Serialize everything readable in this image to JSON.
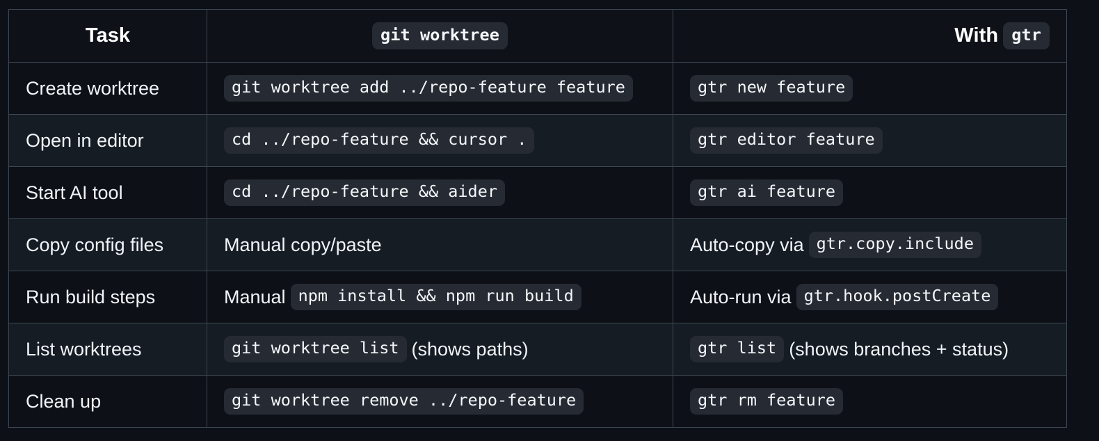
{
  "table": {
    "headers": [
      {
        "label": "Task",
        "code": "",
        "align": "center"
      },
      {
        "label": "",
        "code": "git worktree",
        "align": "center"
      },
      {
        "label": "With",
        "code": "gtr",
        "align": "right"
      }
    ],
    "rows": [
      {
        "task": "Create worktree",
        "git": {
          "pre": "",
          "code": "git worktree add ../repo-feature feature",
          "post": ""
        },
        "gtr": {
          "pre": "",
          "code": "gtr new feature",
          "post": ""
        }
      },
      {
        "task": "Open in editor",
        "git": {
          "pre": "",
          "code": "cd ../repo-feature && cursor .",
          "post": ""
        },
        "gtr": {
          "pre": "",
          "code": "gtr editor feature",
          "post": ""
        }
      },
      {
        "task": "Start AI tool",
        "git": {
          "pre": "",
          "code": "cd ../repo-feature && aider",
          "post": ""
        },
        "gtr": {
          "pre": "",
          "code": "gtr ai feature",
          "post": ""
        }
      },
      {
        "task": "Copy config files",
        "git": {
          "pre": "Manual copy/paste",
          "code": "",
          "post": ""
        },
        "gtr": {
          "pre": "Auto-copy via",
          "code": "gtr.copy.include",
          "post": ""
        }
      },
      {
        "task": "Run build steps",
        "git": {
          "pre": "Manual",
          "code": "npm install && npm run build",
          "post": ""
        },
        "gtr": {
          "pre": "Auto-run via",
          "code": "gtr.hook.postCreate",
          "post": ""
        }
      },
      {
        "task": "List worktrees",
        "git": {
          "pre": "",
          "code": "git worktree list",
          "post": "(shows paths)"
        },
        "gtr": {
          "pre": "",
          "code": "gtr list",
          "post": "(shows branches + status)"
        }
      },
      {
        "task": "Clean up",
        "git": {
          "pre": "",
          "code": "git worktree remove ../repo-feature",
          "post": ""
        },
        "gtr": {
          "pre": "",
          "code": "gtr rm feature",
          "post": ""
        }
      }
    ]
  },
  "colors": {
    "page_bg": "#0d1117",
    "row_alt_bg": "#161c23",
    "border": "#3d4754",
    "code_bg": "#262b33",
    "text": "#f0f3f7"
  }
}
